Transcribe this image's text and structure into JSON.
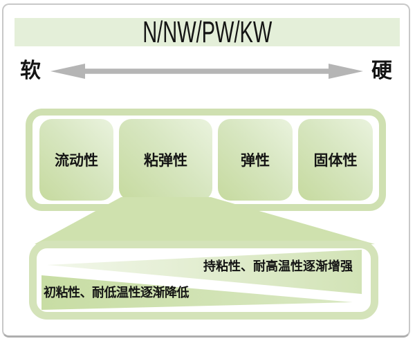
{
  "title": "N/NW/PW/KW",
  "scale": {
    "left": "软",
    "right": "硬"
  },
  "boxes": [
    {
      "label": "流动性"
    },
    {
      "label": "粘弹性"
    },
    {
      "label": "弹性"
    },
    {
      "label": "固体性"
    }
  ],
  "trends": {
    "top": "持粘性、耐高温性逐渐增强",
    "bottom": "初粘性、耐低温性逐渐降低"
  },
  "colors": {
    "title_bar_bg": "#e4efd9",
    "panel_border_green": "#cfe0b1",
    "bottom_border_green": "#d4e3b9",
    "box_gradient_dark": "#c6da9f",
    "box_gradient_light": "#eaf3de",
    "funnel_green": "#cfe1ae",
    "wedge_solid_green": "#c8dda4",
    "arrow_gray": "#b5b5b5",
    "frame_gray": "#c8c8c8",
    "text_black": "#141414"
  }
}
